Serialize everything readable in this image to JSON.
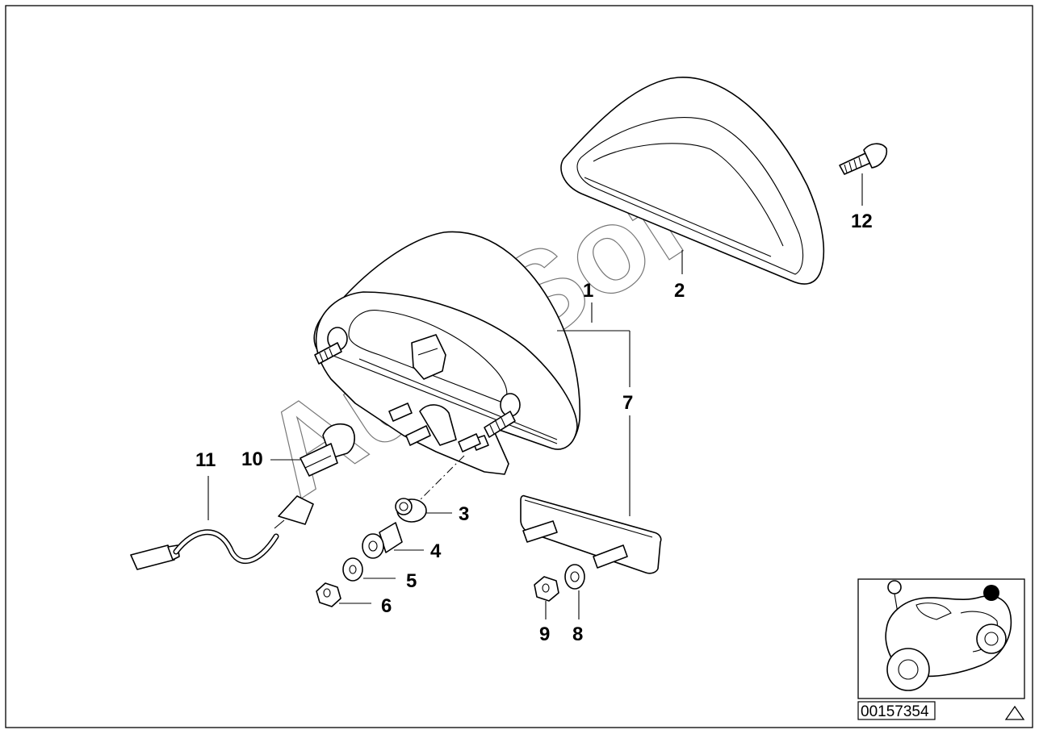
{
  "watermark": "AutoSoft",
  "diagram_number": "00157354",
  "callouts": {
    "c1": "1",
    "c2": "2",
    "c3": "3",
    "c4": "4",
    "c5": "5",
    "c6": "6",
    "c7": "7",
    "c8": "8",
    "c9": "9",
    "c10": "10",
    "c11": "11",
    "c12": "12"
  },
  "icons": {
    "warning": "warning-triangle-icon",
    "location_marker": "black-dot-location-marker"
  }
}
